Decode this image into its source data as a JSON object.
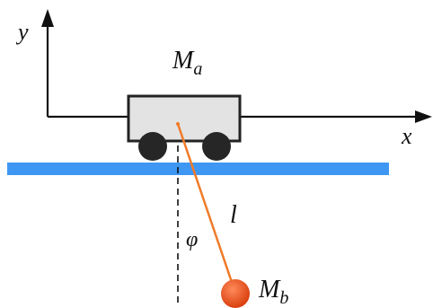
{
  "labels": {
    "y_axis": "y",
    "x_axis": "x",
    "cart_mass_base": "M",
    "cart_mass_sub": "a",
    "bob_mass_base": "M",
    "bob_mass_sub": "b",
    "length": "l",
    "angle": "φ"
  },
  "colors": {
    "rail": "#3f97f4",
    "rod": "#f07b2a",
    "bob": "#e8501c",
    "cart_fill": "#e3e3e3",
    "cart_stroke": "#222222",
    "wheel": "#262626",
    "axis": "#111111"
  }
}
